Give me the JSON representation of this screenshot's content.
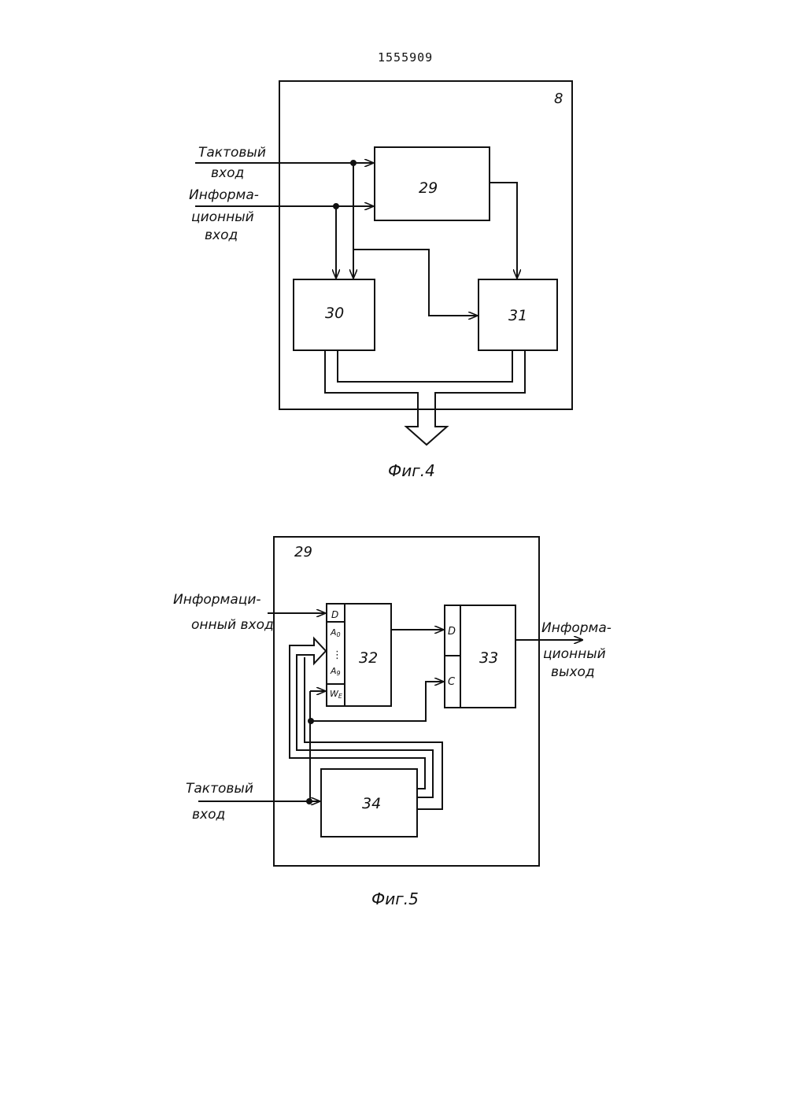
{
  "page_number": "1555909",
  "fig4": {
    "caption": "Фиг.4",
    "container_label": "8",
    "inputs": {
      "clock_line1": "Тактовый",
      "clock_line2": "вход",
      "info_line1": "Информа-",
      "info_line2": "ционный",
      "info_line3": "вход"
    },
    "blocks": {
      "b29": "29",
      "b30": "30",
      "b31": "31"
    }
  },
  "fig5": {
    "caption": "Фиг.5",
    "container_label": "29",
    "inputs": {
      "info_line1": "Информаци-",
      "info_line2": "онный вход",
      "clock_line1": "Тактовый",
      "clock_line2": "вход"
    },
    "output": {
      "line1": "Информа-",
      "line2": "ционный",
      "line3": "выход"
    },
    "blocks": {
      "b32": "32",
      "b33": "33",
      "b34": "34"
    },
    "pins32": {
      "d": "D",
      "a0": "A",
      "a0_sub": "0",
      "dots": "⋮",
      "a9": "A",
      "a9_sub": "9",
      "we": "W",
      "we_sub": "E"
    },
    "pins33": {
      "d": "D",
      "c": "C"
    }
  }
}
